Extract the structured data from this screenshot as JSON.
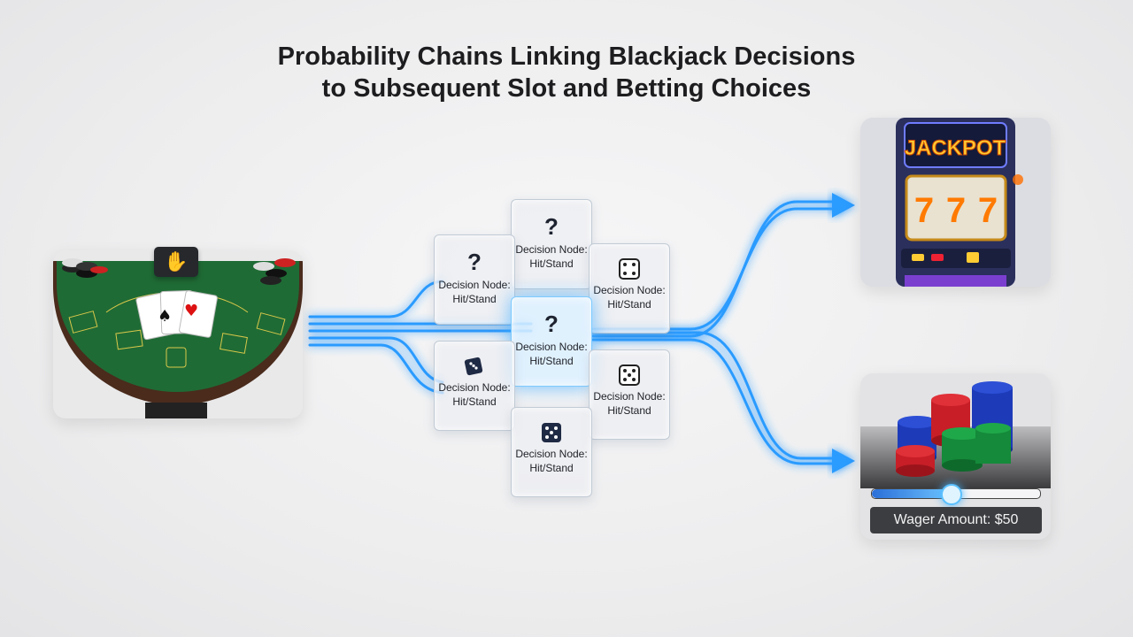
{
  "title": {
    "line1": "Probability Chains Linking Blackjack Decisions",
    "line2": "to Subsequent Slot and Betting Choices"
  },
  "blackjack": {
    "label": "blackjack-table",
    "colors": {
      "felt": "#1f6b35",
      "rail": "#4a2b1c"
    }
  },
  "nodes": [
    {
      "icon": "question-icon",
      "symbol": "?",
      "label": "Decision Node: Hit/Stand"
    },
    {
      "icon": "question-icon",
      "symbol": "?",
      "label": "Decision Node: Hit/Stand"
    },
    {
      "icon": "die-icon",
      "symbol": "",
      "label": "Decision Node: Hit/Stand"
    },
    {
      "icon": "question-icon",
      "symbol": "?",
      "label": "Decision Node: Hit/Stand"
    },
    {
      "icon": "dice-icon",
      "symbol": "",
      "label": "Decision Node: Hit/Stand"
    },
    {
      "icon": "die-icon",
      "symbol": "",
      "label": "Decision Node: Hit/Stand"
    },
    {
      "icon": "die-icon",
      "symbol": "",
      "label": "Decision Node: Hit/Stand"
    }
  ],
  "slot_machine": {
    "marquee": "JACKPOT",
    "reels": [
      "7",
      "7",
      "7"
    ]
  },
  "betting": {
    "wager_label": "Wager Amount: $50",
    "slider_level": 0.47
  },
  "colors": {
    "flow": "#2b9bff",
    "flow_glow": "#8fd2ff"
  }
}
